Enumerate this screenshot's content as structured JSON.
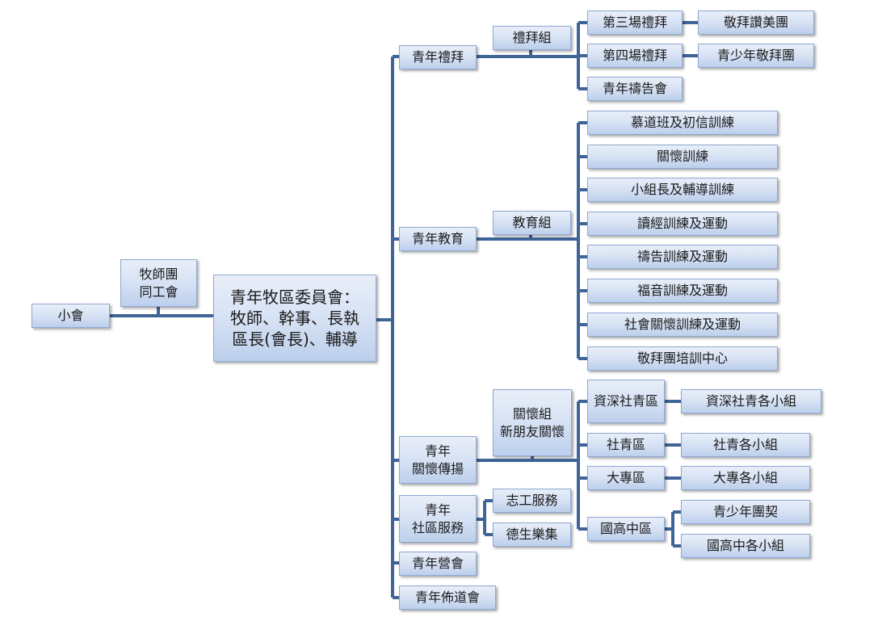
{
  "colors": {
    "line": "#3f6497",
    "box_top": "#e9eff9",
    "box_bottom": "#bccfec",
    "box_border": "#8fa9d3"
  },
  "nodes": {
    "xiaohui": "小會",
    "mushituan": "牧師團\n同工會",
    "committee": "青年牧區委員會：\n牧師、幹事、長執\n區長(會長)、輔導",
    "qingnian_libai": "青年禮拜",
    "qingnian_jiaoyu": "青年教育",
    "qingnian_guanhuai": "青年\n關懷傳揚",
    "qingnian_shequ": "青年\n社區服務",
    "qingnian_ying": "青年營會",
    "qingnian_budao": "青年佈道會",
    "libaizu": "禮拜組",
    "jiaoyuzu": "教育組",
    "guanhuaizu": "關懷組\n新朋友關懷",
    "zhigong": "志工服務",
    "desheng": "德生樂集",
    "disan": "第三場禮拜",
    "disi": "第四場禮拜",
    "qingnian_daogao": "青年禱告會",
    "jingbai_zanmei": "敬拜讚美團",
    "qingshao_jingbai": "青少年敬拜團",
    "edu_items": [
      "慕道班及初信訓練",
      "關懷訓練",
      "小組長及輔導訓練",
      "讀經訓練及運動",
      "禱告訓練及運動",
      "福音訓練及運動",
      "社會關懷訓練及運動",
      "敬拜團培訓中心"
    ],
    "zishen": "資深社青區",
    "sheqing": "社青區",
    "dazhuan": "大專區",
    "guogao": "國高中區",
    "zishen_groups": "資深社青各小組",
    "sheqing_groups": "社青各小組",
    "dazhuan_groups": "大專各小組",
    "qingshao_tuanqi": "青少年團契",
    "guogao_groups": "國高中各小組"
  }
}
